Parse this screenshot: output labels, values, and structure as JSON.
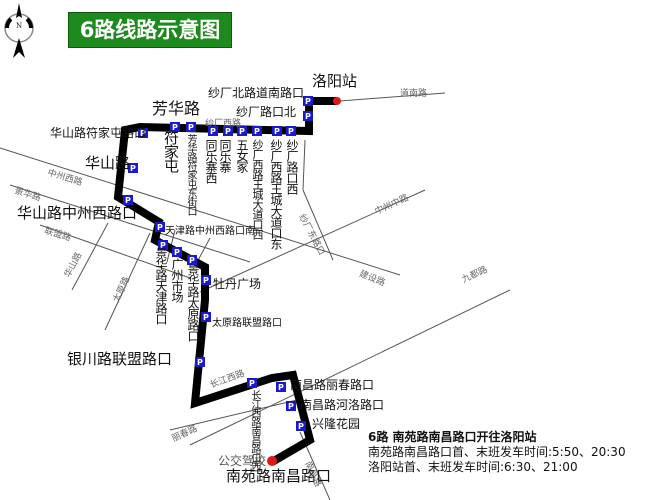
{
  "title": "6路线路示意图",
  "compass": {
    "icon": "compass-north-icon",
    "letter": "N"
  },
  "colors": {
    "route": "#000000",
    "stop_marker": "#1a1acc",
    "terminal": "#e01818",
    "title_bg": "#1d8a1d",
    "road": "#555555"
  },
  "terminals": {
    "north": "洛阳站",
    "south": "南苑路南昌路口",
    "south_landmark": "公交驾校"
  },
  "stops": [
    {
      "name": "纱厂北路道南路口"
    },
    {
      "name": "纱厂路口北"
    },
    {
      "name": "纱厂路口西"
    },
    {
      "name": "纱厂西路王城大道口东"
    },
    {
      "name": "纱厂西路王城大道口西"
    },
    {
      "name": "五女冢"
    },
    {
      "name": "同乐寨"
    },
    {
      "name": "同乐寨西"
    },
    {
      "name": "芳华路符家屯东街口"
    },
    {
      "name": "符家屯"
    },
    {
      "name": "芳华路"
    },
    {
      "name": "华山路符家屯路口"
    },
    {
      "name": "华山路"
    },
    {
      "name": "华山路中州西路口"
    },
    {
      "name": "天津路中州西路口南"
    },
    {
      "name": "景华路天津路口"
    },
    {
      "name": "广州市场"
    },
    {
      "name": "景华路太原路口"
    },
    {
      "name": "牡丹广场"
    },
    {
      "name": "太原路联盟路口"
    },
    {
      "name": "银川路联盟路口"
    },
    {
      "name": "长江西路南昌路口西"
    },
    {
      "name": "南昌路丽春路口"
    },
    {
      "name": "南昌路河洛路口"
    },
    {
      "name": "兴隆花园"
    }
  ],
  "roads": {
    "daonan": "道南路",
    "shachang_xi": "纱厂西路",
    "zhongzhou_xi": "中州西路",
    "zhongzhou_zhong": "中州中路",
    "jinghua": "景华路",
    "lianmeng": "联盟路",
    "jianshe": "建设路",
    "jiudu": "九都路",
    "changjiang_xi": "长江西路",
    "lichun": "丽春路",
    "nanchang": "南昌路",
    "huashan": "华山路",
    "taiyuan": "太原路",
    "shachang_dong": "纱厂东路口"
  },
  "info": {
    "line": "6路  南苑路南昌路口开往洛阳站",
    "south_times": "南苑路南昌路口首、末班发车时间:5:50、20:30",
    "north_times": "洛阳站首、末班发车时间:6:30、21:00"
  }
}
